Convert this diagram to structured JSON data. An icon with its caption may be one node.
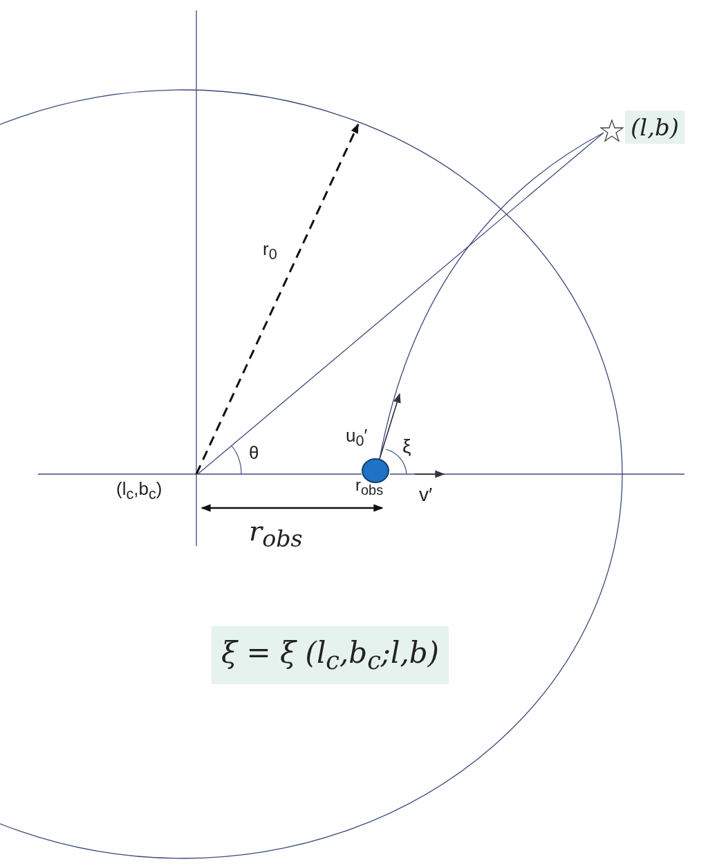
{
  "diagram": {
    "nodes": [
      {
        "text": [
          "(l$_{c}$,b$_{c}$)"
        ]
      },
      {
        "text": [],
        "shape": "circle"
      },
      {
        "text": [],
        "shape": "star",
        "beside": [
          "(l,b)"
        ]
      }
    ],
    "edges": [
      {
        "from": 0,
        "to": 2,
        "arrow": "none"
      },
      {
        "from": 1,
        "to": 2,
        "arrow": "none"
      },
      {
        "from": 0,
        "to": 1,
        "arrow": "none"
      }
    ],
    "labels": [
      "r$_{0}$",
      "θ",
      "u$_{0}$′",
      "ξ",
      "r$_{obs}$",
      "v′",
      "r$_{obs}$",
      "ξ = ξ (l$_{c}$,b$_{c}$;l,b)"
    ]
  }
}
